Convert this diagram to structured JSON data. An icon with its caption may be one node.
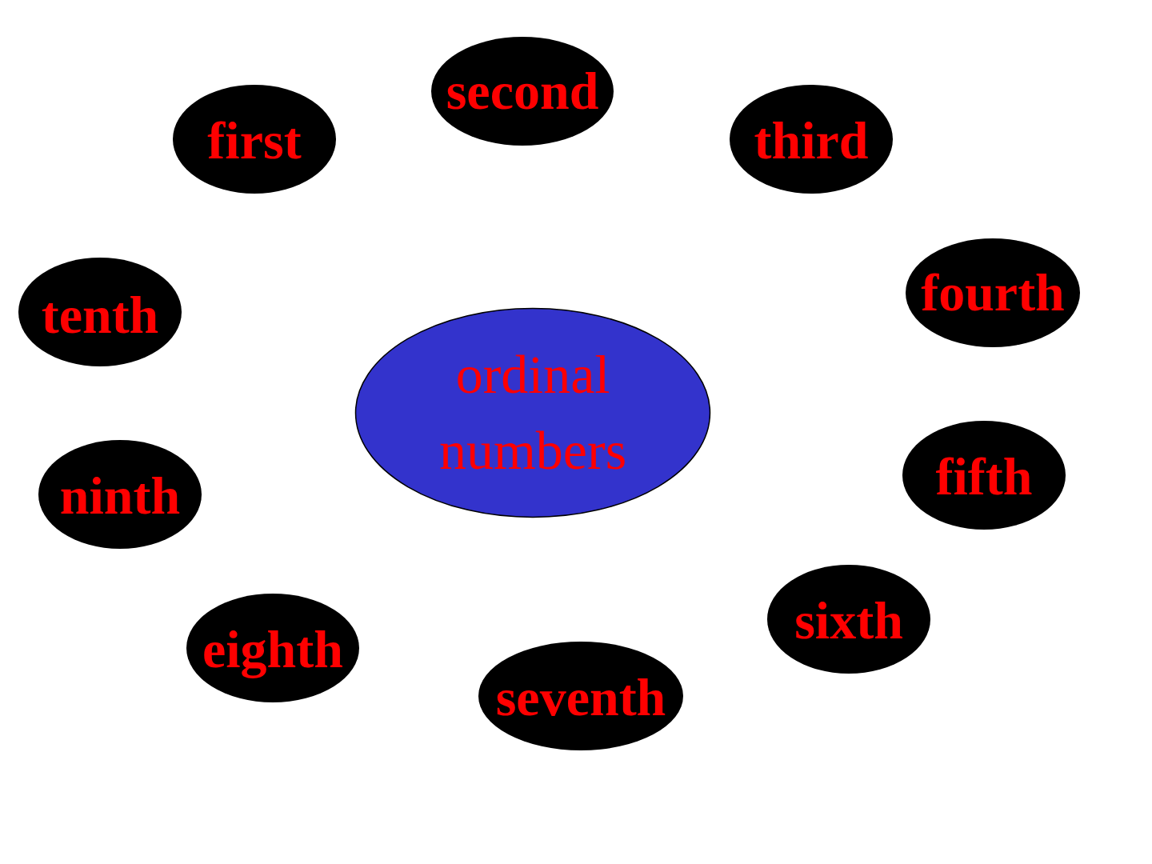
{
  "diagram": {
    "nodes": [
      {
        "text": [
          "ordinal numbers"
        ]
      },
      {
        "text": [
          "first"
        ]
      },
      {
        "text": [
          "second"
        ]
      },
      {
        "text": [
          "third"
        ]
      },
      {
        "text": [
          "fourth"
        ]
      },
      {
        "text": [
          "fifth"
        ]
      },
      {
        "text": [
          "sixth"
        ]
      },
      {
        "text": [
          "seventh"
        ]
      },
      {
        "text": [
          "eighth"
        ]
      },
      {
        "text": [
          "ninth"
        ]
      },
      {
        "text": [
          "tenth"
        ]
      }
    ]
  }
}
